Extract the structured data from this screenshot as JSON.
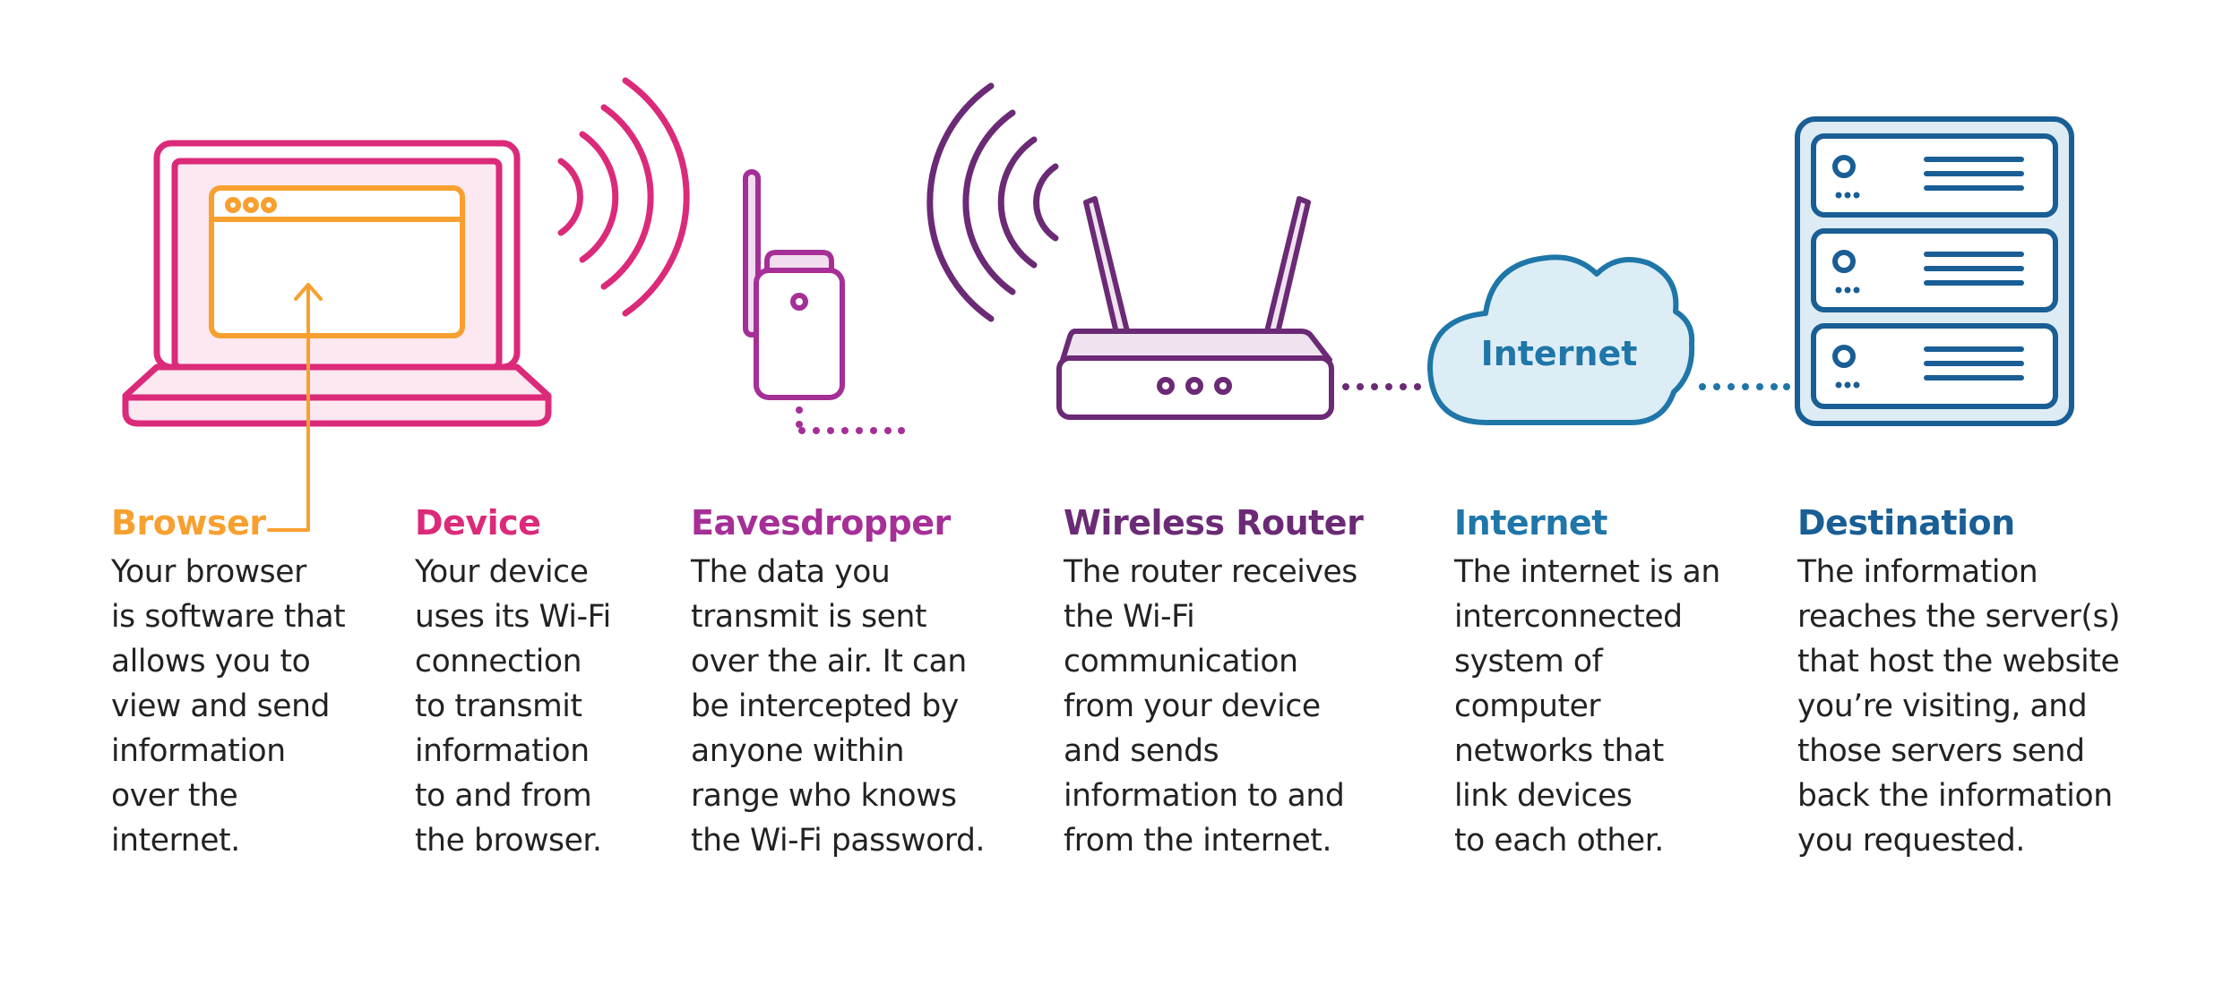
{
  "colors": {
    "browser": "#F7A030",
    "device": "#DC2A7A",
    "eavesdropper": "#A52F97",
    "router": "#6B2A75",
    "internet": "#1F76A8",
    "destination": "#195E95",
    "body_text": "#222222"
  },
  "icons": {
    "device": "laptop-icon",
    "browser": "browser-window-icon",
    "eavesdropper": "wifi-extender-icon",
    "router": "wireless-router-icon",
    "internet": "cloud-icon",
    "destination": "server-rack-icon"
  },
  "cloud": {
    "label": "Internet"
  },
  "columns": [
    {
      "key": "browser",
      "heading": "Browser",
      "lines": [
        "Your browser",
        "is software that",
        "allows you to",
        "view and send",
        "information",
        "over the",
        "internet."
      ]
    },
    {
      "key": "device",
      "heading": "Device",
      "lines": [
        "Your device",
        "uses its Wi-Fi",
        "connection",
        "to transmit",
        "information",
        "to and from",
        "the browser."
      ]
    },
    {
      "key": "eavesdropper",
      "heading": "Eavesdropper",
      "lines": [
        "The data you",
        "transmit is sent",
        "over the air. It can",
        "be intercepted by",
        "anyone within",
        "range who knows",
        "the Wi-Fi password."
      ]
    },
    {
      "key": "router",
      "heading": "Wireless Router",
      "lines": [
        "The router receives",
        "the Wi-Fi",
        "communication",
        "from your device",
        "and sends",
        "information to and",
        "from the internet."
      ]
    },
    {
      "key": "internet",
      "heading": "Internet",
      "lines": [
        "The internet is an",
        "interconnected",
        "system of",
        "computer",
        "networks that",
        "link devices",
        "to each other."
      ]
    },
    {
      "key": "destination",
      "heading": "Destination",
      "lines": [
        "The information",
        "reaches the server(s)",
        "that host the website",
        "you’re visiting, and",
        "those servers send",
        "back the information",
        "you requested."
      ]
    }
  ]
}
